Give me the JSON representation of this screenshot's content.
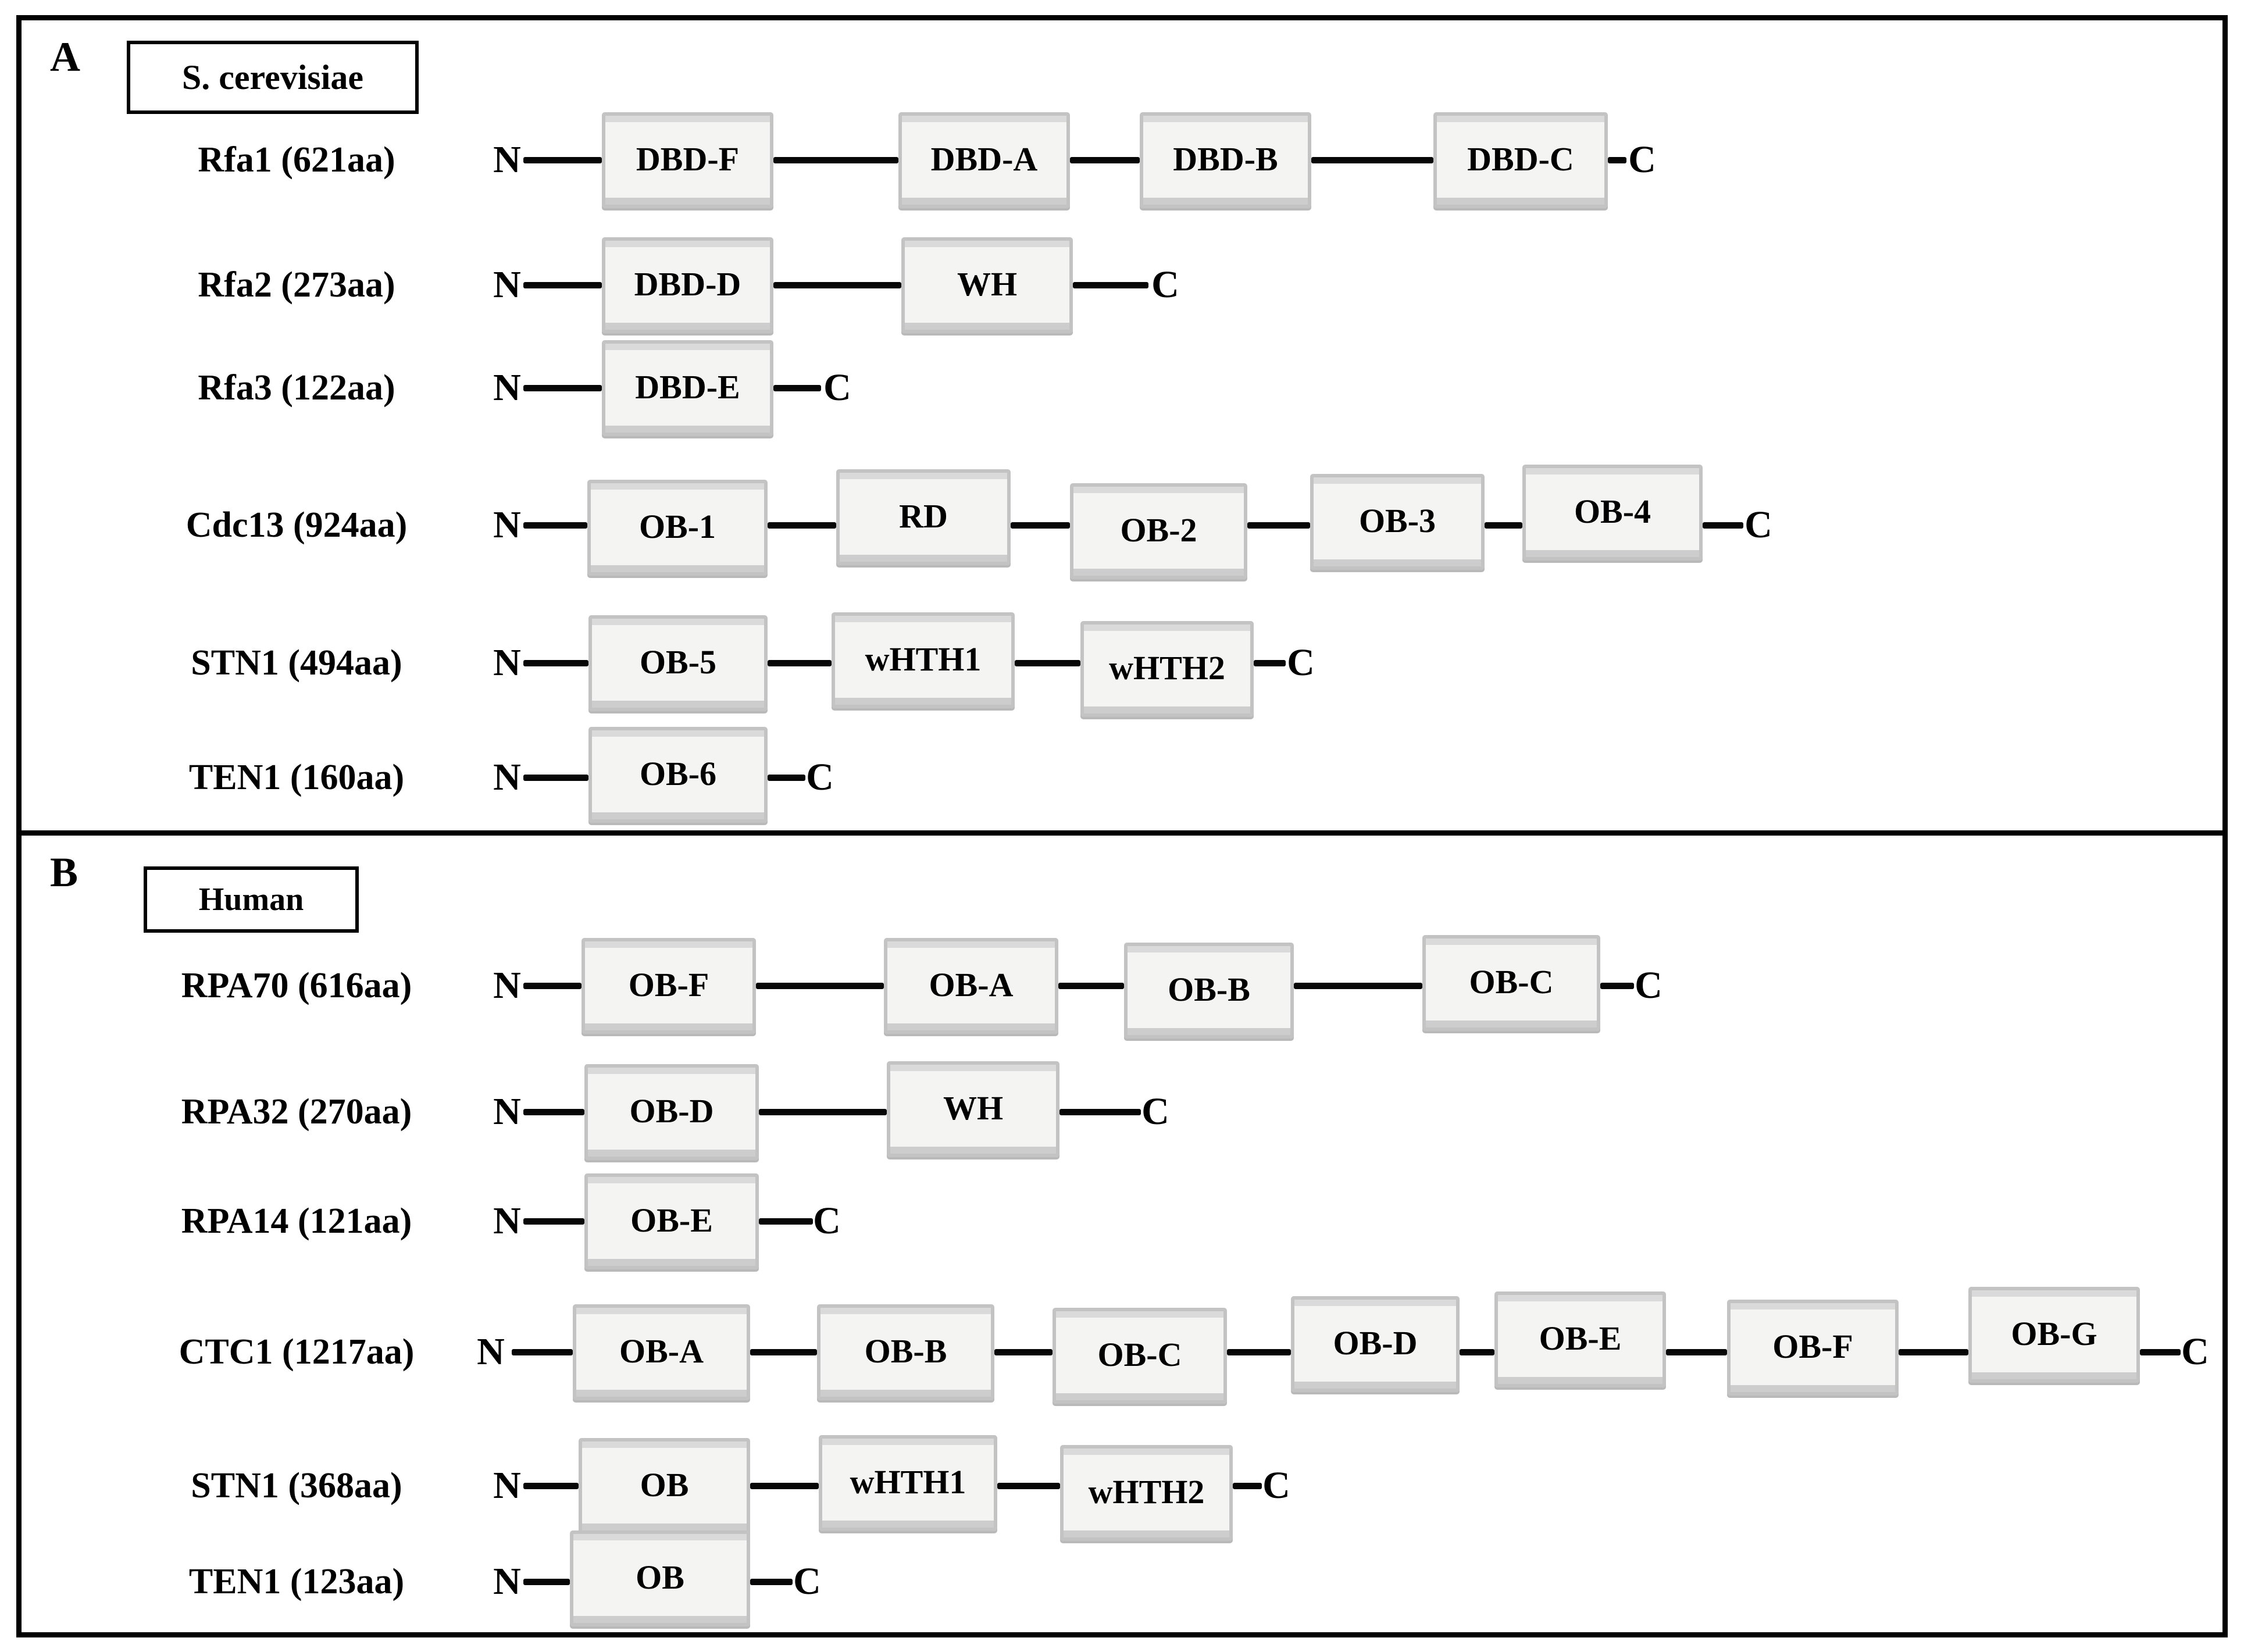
{
  "panels": [
    {
      "letter": "A",
      "species": "S. cerevisiae",
      "proteins": [
        {
          "name": "Rfa1 (621aa)",
          "domains": [
            "DBD-F",
            "DBD-A",
            "DBD-B",
            "DBD-C"
          ]
        },
        {
          "name": "Rfa2 (273aa)",
          "domains": [
            "DBD-D",
            "WH"
          ]
        },
        {
          "name": "Rfa3 (122aa)",
          "domains": [
            "DBD-E"
          ]
        },
        {
          "name": "Cdc13 (924aa)",
          "domains": [
            "OB-1",
            "RD",
            "OB-2",
            "OB-3",
            "OB-4"
          ]
        },
        {
          "name": "STN1 (494aa)",
          "domains": [
            "OB-5",
            "wHTH1",
            "wHTH2"
          ]
        },
        {
          "name": "TEN1 (160aa)",
          "domains": [
            "OB-6"
          ]
        }
      ]
    },
    {
      "letter": "B",
      "species": "Human",
      "proteins": [
        {
          "name": "RPA70 (616aa)",
          "domains": [
            "OB-F",
            "OB-A",
            "OB-B",
            "OB-C"
          ]
        },
        {
          "name": "RPA32 (270aa)",
          "domains": [
            "OB-D",
            "WH"
          ]
        },
        {
          "name": "RPA14 (121aa)",
          "domains": [
            "OB-E"
          ]
        },
        {
          "name": "CTC1 (1217aa)",
          "domains": [
            "OB-A",
            "OB-B",
            "OB-C",
            "OB-D",
            "OB-E",
            "OB-F",
            "OB-G"
          ]
        },
        {
          "name": "STN1 (368aa)",
          "domains": [
            "OB",
            "wHTH1",
            "wHTH2"
          ]
        },
        {
          "name": "TEN1 (123aa)",
          "domains": [
            "OB"
          ]
        }
      ]
    }
  ],
  "terminus": {
    "n": "N",
    "c": "C"
  },
  "colors": {
    "domain_fill": "#f4f4f2",
    "domain_border": "#c3c3c3",
    "line": "#070707",
    "text": "#000000",
    "background": "#ffffff"
  }
}
